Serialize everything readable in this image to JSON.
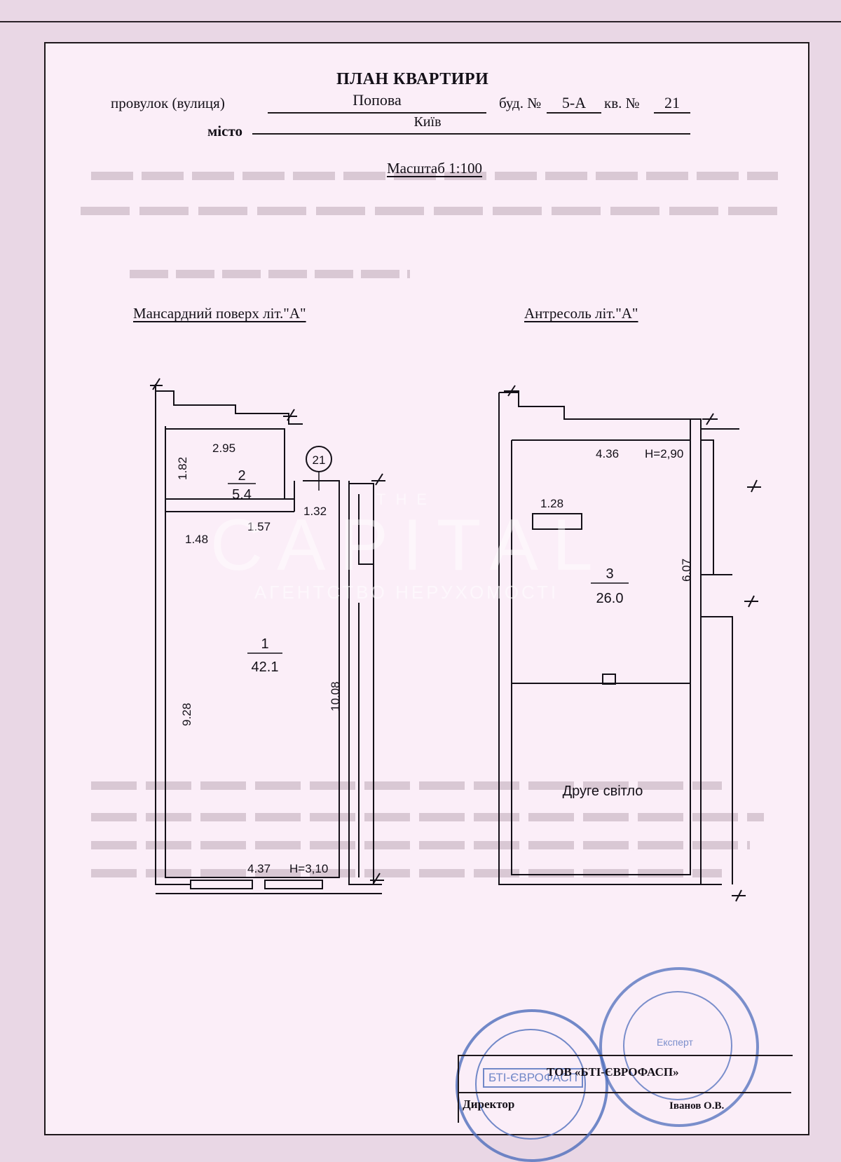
{
  "header": {
    "title": "ПЛАН КВАРТИРИ",
    "street_label": "провулок (вулиця)",
    "street_value": "Попова",
    "building_label": "буд. №",
    "building_value": "5-А",
    "apartment_label": "кв. №",
    "apartment_value": "21",
    "city_label": "місто",
    "city_value": "Київ",
    "scale": "Масштаб 1:100"
  },
  "plans": {
    "left_title": "Мансардний поверх літ.\"А\"",
    "right_title": "Антресоль літ.\"А\"",
    "apartment_marker": "21",
    "left_dims": [
      "2.95",
      "1.82",
      "1.32",
      "1.48",
      "1.57",
      "9.28",
      "10.08",
      "4.37",
      "H=3,10"
    ],
    "right_dims": [
      "4.36",
      "H=2,90",
      "1.28",
      "6.07"
    ],
    "rooms": [
      {
        "number": "1",
        "area": "42.1"
      },
      {
        "number": "2",
        "area": "5.4"
      },
      {
        "number": "3",
        "area": "26.0"
      }
    ],
    "second_light": "Друге світло"
  },
  "watermark": {
    "small": "THE",
    "big": "CAPITAL",
    "sub": "АГЕНТСТВО НЕРУХОМОСТІ"
  },
  "footer": {
    "company": "ТОВ «БТІ-ЄВРОФАСП»",
    "director_label": "Директор",
    "signer": "Іванов О.В."
  },
  "stamps": {
    "seal_left_text": "БТІ-ЄВРОФАСП",
    "seal_right_text": "Експерт"
  },
  "colors": {
    "ink": "#141018",
    "paper": "#fbeef8",
    "stamp": "#4f6fbd"
  }
}
